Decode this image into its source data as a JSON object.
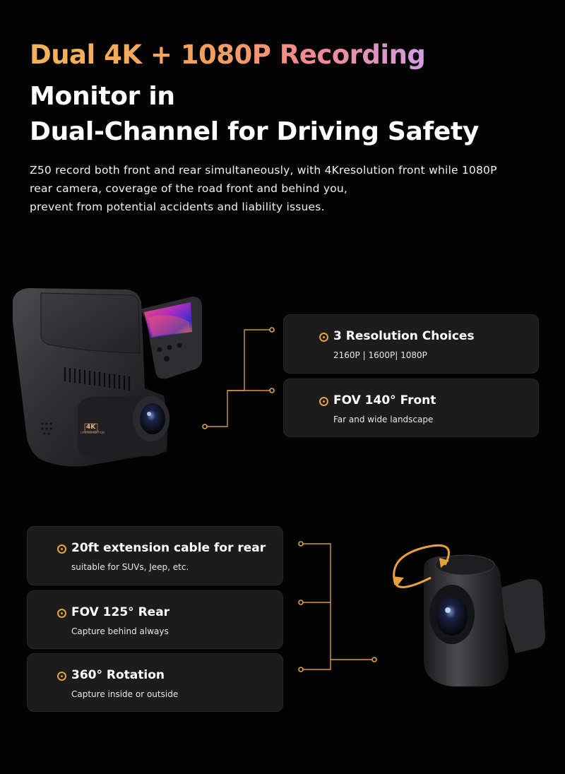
{
  "header": {
    "headline": "Dual 4K + 1080P Recording",
    "title_line_1": "Monitor in",
    "title_line_2": "Dual-Channel for Driving Safety",
    "description_lines": [
      "Z50 record both front and rear simultaneously, with 4Kresolution front while 1080P",
      "rear camera,  coverage of the road front and behind you,",
      "prevent from potential accidents and liability issues."
    ]
  },
  "front_features": [
    {
      "title": "3 Resolution Choices",
      "subtitle": "2160P | 1600P| 1080P"
    },
    {
      "title": "FOV 140°  Front",
      "subtitle": "Far and wide landscape"
    }
  ],
  "rear_features": [
    {
      "title": "20ft extension cable for rear",
      "subtitle": "suitable for SUVs, Jeep, etc."
    },
    {
      "title": "FOV 125° Rear",
      "subtitle": "Capture behind always"
    },
    {
      "title": "360° Rotation",
      "subtitle": "Capture inside or outside"
    }
  ],
  "camera_badge": {
    "label": "4K",
    "edition": "LIMITED EDITION"
  },
  "colors": {
    "accent": "#e6a23c",
    "background": "#030303",
    "card": "#1c1c1c",
    "gradient_start": "#f5b35c",
    "gradient_end": "#d39be6"
  },
  "icons": [
    "bullet-ring-icon",
    "rotation-arrows-icon"
  ]
}
